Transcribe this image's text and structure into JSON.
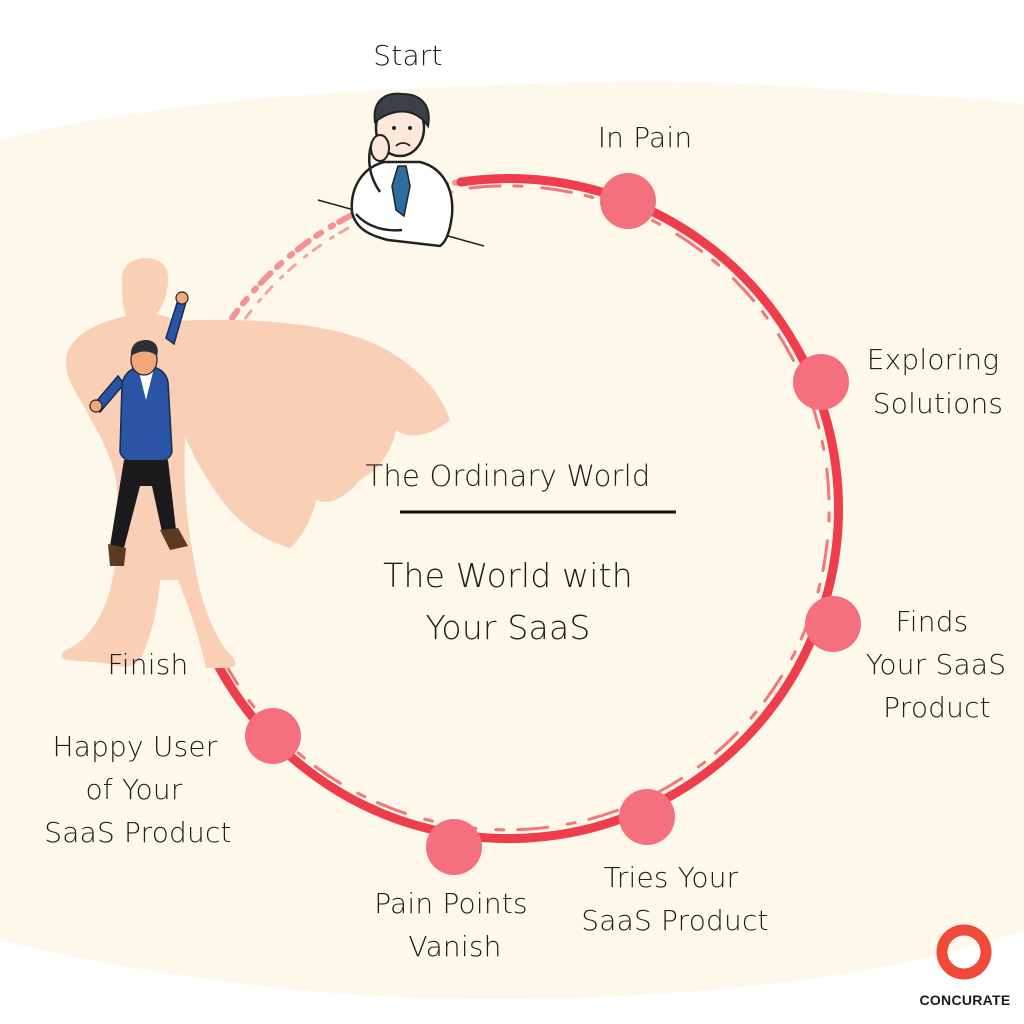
{
  "colors": {
    "background": "#ffffff",
    "blob": "#fdf8e9",
    "ring": "#ee3e4c",
    "node": "#f4707e",
    "hero_silhouette": "#f9cfb6",
    "suit": "#2a55a4",
    "brand_ring": "#f04a3a"
  },
  "labels": {
    "start": "Start",
    "finish": "Finish",
    "in_pain": "In Pain",
    "exploring": [
      "Exploring",
      "Solutions"
    ],
    "finds": [
      "Finds",
      "Your SaaS",
      "Product"
    ],
    "tries": [
      "Tries Your",
      "SaaS Product"
    ],
    "vanish": [
      "Pain Points",
      "Vanish"
    ],
    "happy": [
      "Happy User",
      "of Your",
      "SaaS Product"
    ]
  },
  "center": {
    "ordinary_world": "The Ordinary World",
    "saas_world": [
      "The World with",
      "Your SaaS"
    ]
  },
  "brand": {
    "name": "CONCURATE"
  },
  "icons": {
    "start_figure": "worried-businessman-icon",
    "finish_figure": "superhero-businessman-icon",
    "logo": "concurate-ring-logo-icon"
  }
}
